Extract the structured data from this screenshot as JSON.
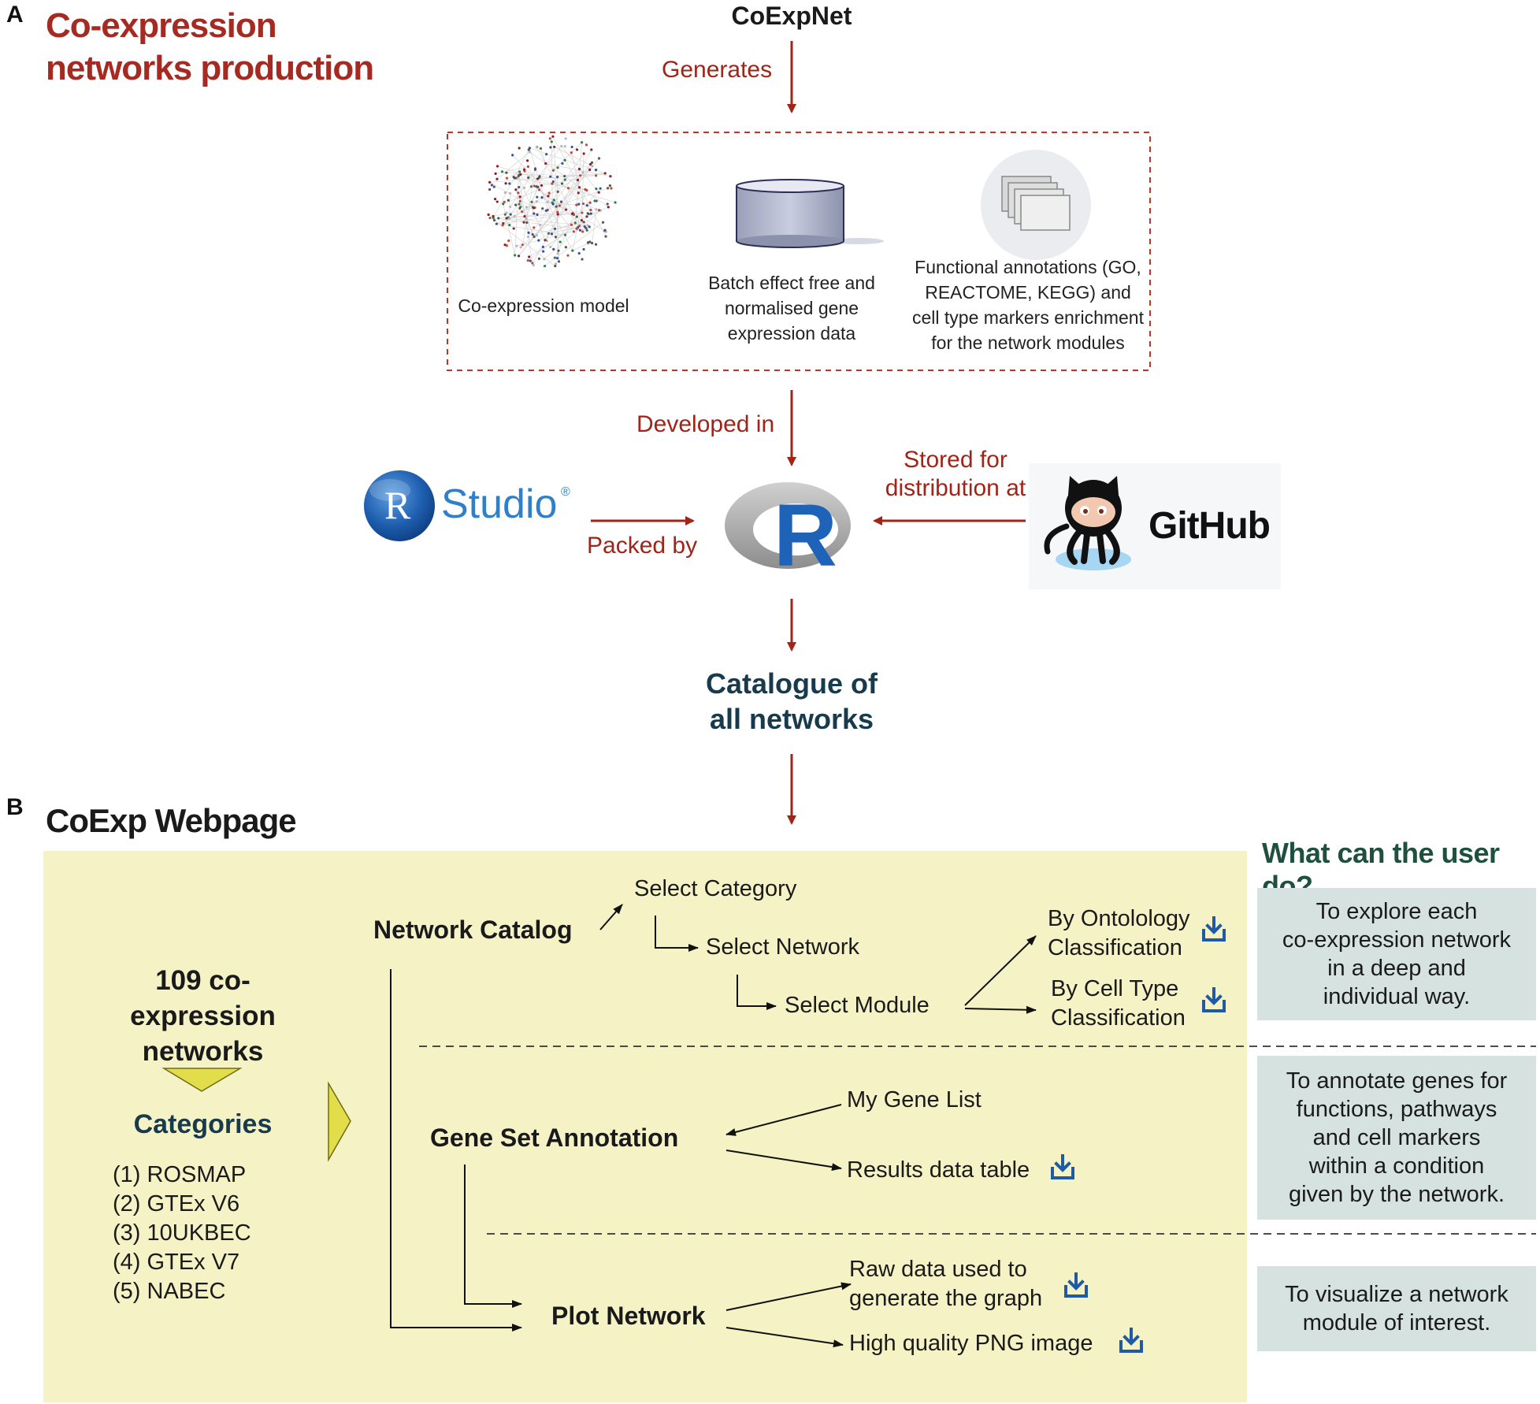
{
  "panel_a": {
    "letter": "A",
    "title_line1": "Co-expression",
    "title_line2": "networks production",
    "top_node": "CoExpNet",
    "generates_label": "Generates",
    "box_items": [
      {
        "label": "Co-expression model"
      },
      {
        "label_lines": [
          "Batch effect free and",
          "normalised gene",
          "expression data"
        ]
      },
      {
        "label_lines": [
          "Functional annotations (GO,",
          "REACTOME, KEGG) and",
          "cell type markers enrichment",
          "for the network modules"
        ]
      }
    ],
    "developed_label": "Developed in",
    "packed_label": "Packed by",
    "stored_label_line1": "Stored for",
    "stored_label_line2": "distribution at",
    "rstudio_text": "Studio",
    "rstudio_r": "R",
    "rstudio_reg": "®",
    "r_logo_text": "R",
    "github_text": "GitHub",
    "catalogue_line1": "Catalogue of",
    "catalogue_line2": "all networks"
  },
  "panel_b": {
    "letter": "B",
    "title": "CoExp Webpage",
    "networks_line1": "109 co-expression",
    "networks_line2": "networks",
    "categories_title": "Categories",
    "categories": [
      "(1) ROSMAP",
      "(2) GTEx V6",
      "(3) 10UKBEC",
      "(4) GTEx V7",
      "(5) NABEC"
    ],
    "network_catalog": "Network Catalog",
    "select_category": "Select Category",
    "select_network": "Select Network",
    "select_module": "Select Module",
    "by_ontology_line1": "By Ontolology",
    "by_ontology_line2": "Classification",
    "by_celltype_line1": "By Cell Type",
    "by_celltype_line2": "Classification",
    "gene_set_annotation": "Gene Set Annotation",
    "my_gene_list": "My Gene List",
    "results_table": "Results data table",
    "plot_network": "Plot Network",
    "raw_data_line1": "Raw data used to",
    "raw_data_line2": "generate the graph",
    "png_image": "High quality PNG image",
    "user_title": "What can the user do?",
    "user_boxes": [
      [
        "To explore each",
        "co-expression network",
        "in a deep and",
        "individual way."
      ],
      [
        "To annotate genes for",
        "functions, pathways",
        "and cell markers",
        "within a condition",
        "given by the network."
      ],
      [
        "To visualize a network",
        "module of interest."
      ]
    ]
  },
  "colors": {
    "red_text": "#a02418",
    "title_red": "#a52a22",
    "navy": "#173a4c",
    "teal_title": "#1f4f3f",
    "yellow_panel": "#f5f2c6",
    "grey_box": "#d6e2e0",
    "download_blue": "#1e5aa8",
    "triangle_yellow": "#e2dd4a",
    "github_black": "#111111"
  },
  "icons": [
    "download-icon",
    "network-graph-icon",
    "database-cylinder-icon",
    "stacked-windows-icon",
    "rstudio-logo-icon",
    "r-logo-icon",
    "octocat-icon"
  ]
}
